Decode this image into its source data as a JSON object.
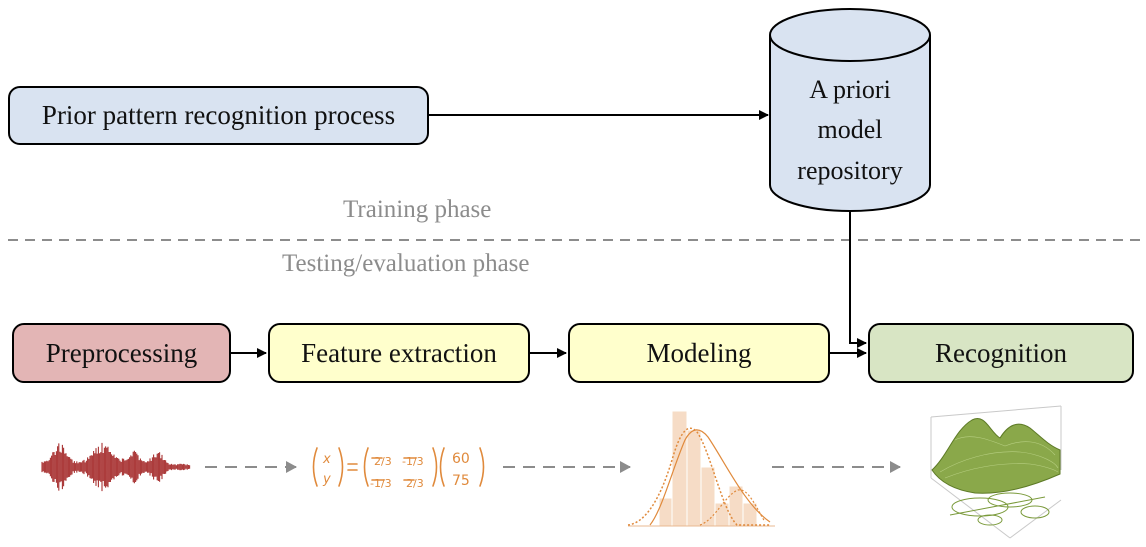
{
  "training": {
    "prior_process": "Prior pattern recognition process",
    "repository": [
      "A priori",
      "model",
      "repository"
    ]
  },
  "phases": {
    "training": "Training phase",
    "testing": "Testing/evaluation phase"
  },
  "pipeline": {
    "preprocessing": "Preprocessing",
    "feature_extraction": "Feature extraction",
    "modeling": "Modeling",
    "recognition": "Recognition"
  },
  "equation": {
    "lhs": [
      "x",
      "y"
    ],
    "matrix": [
      [
        "2/3",
        "-1/3"
      ],
      [
        "-1/3",
        "2/3"
      ]
    ],
    "vector": [
      "60",
      "75"
    ]
  },
  "colors": {
    "prior_box": "#d9e3f1",
    "preprocessing_box": "#e3b5b5",
    "feature_box": "#ffffcc",
    "modeling_box": "#ffffcc",
    "recognition_box": "#d8e5c4",
    "waveform": "#a83232",
    "handwriting": "#e08a3c",
    "surface": "#7a9a3a",
    "phase_text": "#8c8c8c"
  }
}
